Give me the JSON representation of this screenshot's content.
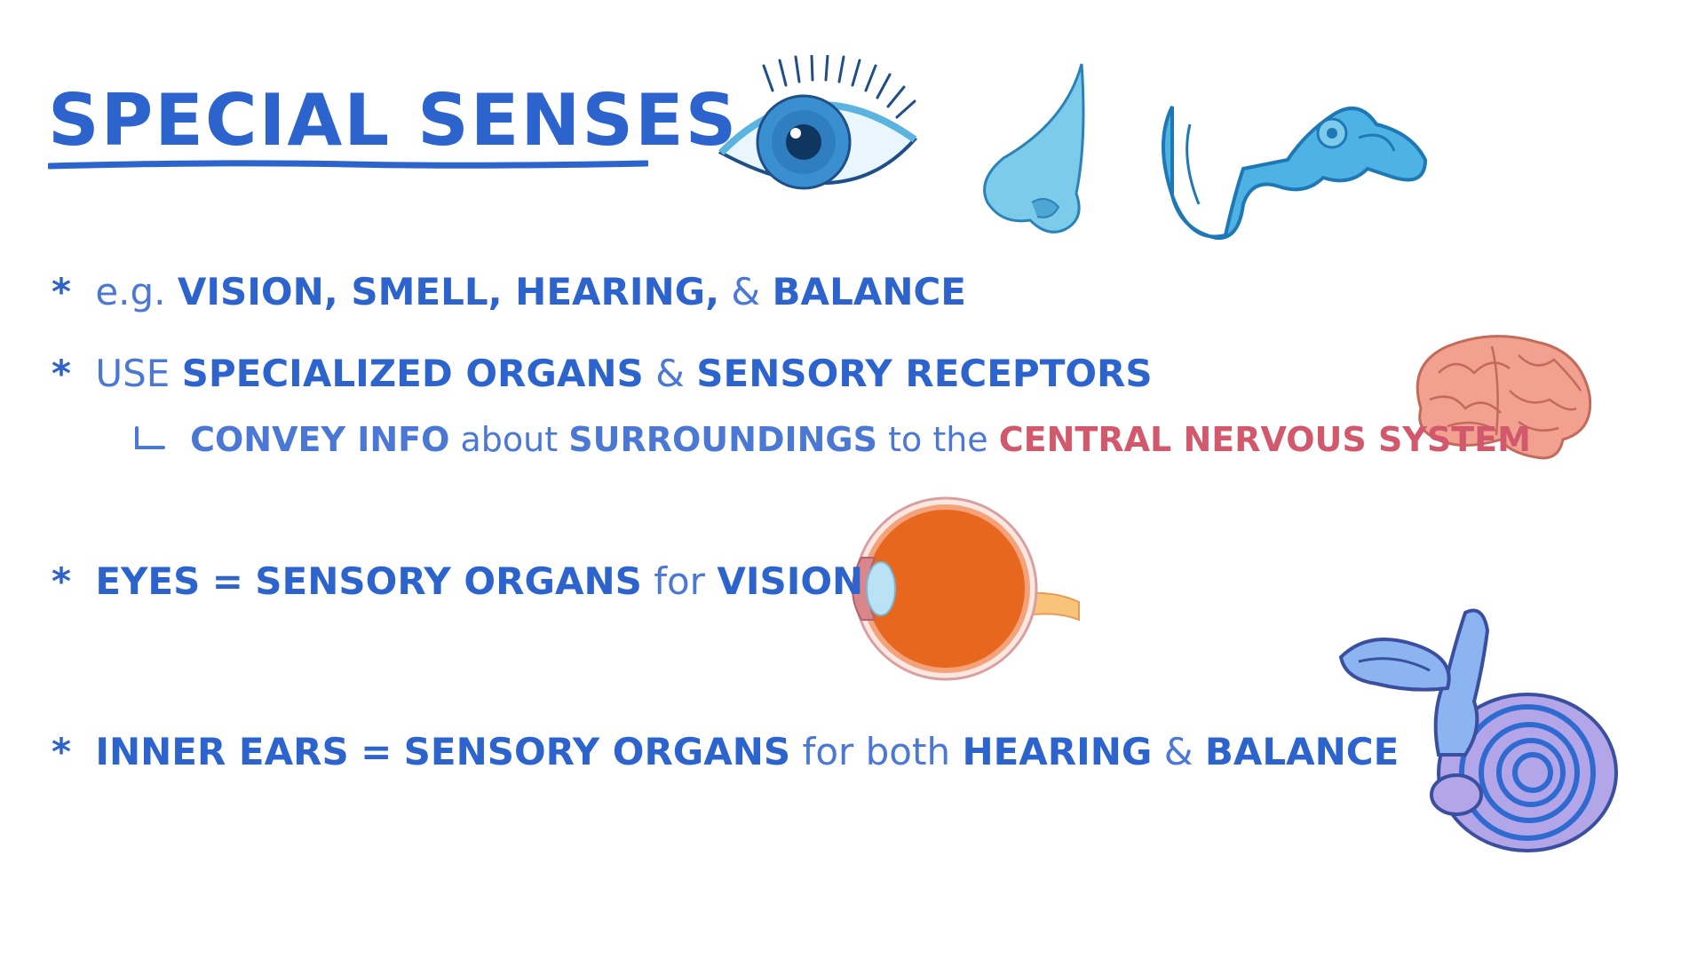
{
  "title": "SPECIAL SENSES",
  "bullet_symbol": "*",
  "line1": {
    "prefix": "e.g.",
    "items": "VISION, SMELL, HEARING,",
    "amp": "&",
    "last": "BALANCE"
  },
  "line2": {
    "use": "USE",
    "organs": "SPECIALIZED ORGANS",
    "amp": "&",
    "receptors": "SENSORY RECEPTORS"
  },
  "line3": {
    "convey": "CONVEY INFO",
    "about": "about",
    "surroundings": "SURROUNDINGS",
    "to_the": "to the",
    "cns": "CENTRAL NERVOUS SYSTEM"
  },
  "line4": {
    "eyes": "EYES",
    "equals": "=",
    "organs": "SENSORY ORGANS",
    "for": "for",
    "vision": "VISION"
  },
  "line5": {
    "inner_ears": "INNER EARS",
    "equals": "=",
    "organs": "SENSORY ORGANS",
    "for_both": "for both",
    "hearing": "HEARING",
    "amp": "&",
    "balance": "BALANCE"
  },
  "icons": [
    "eye-icon",
    "nose-icon",
    "ear-icon",
    "brain-icon",
    "eyeball-cross-section-icon",
    "inner-ear-icon"
  ],
  "colors": {
    "primary_blue": "#2c63cc",
    "light_blue": "#4a78d4",
    "cns_pink": "#d2586c",
    "organ_blue": "#5bb3e0",
    "brain_pink": "#f2a090",
    "eyeball_orange": "#e8671e"
  }
}
